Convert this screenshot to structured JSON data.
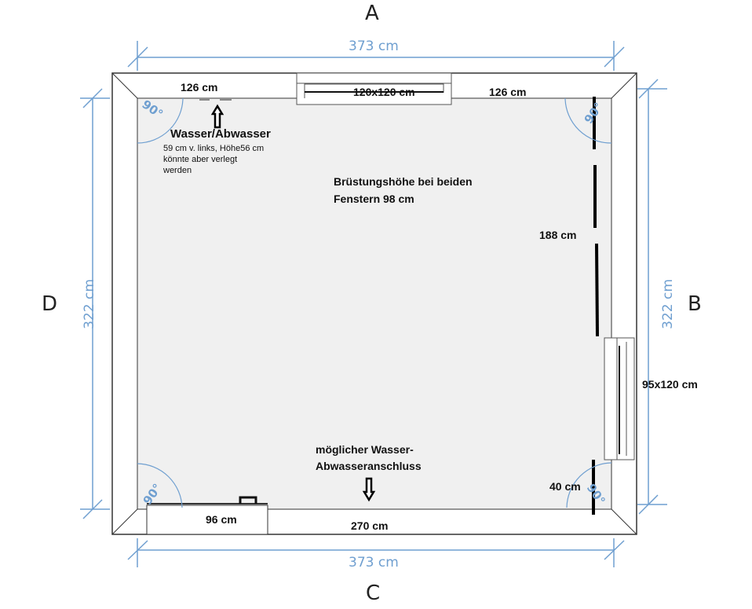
{
  "walls": {
    "A": "A",
    "B": "B",
    "C": "C",
    "D": "D"
  },
  "dimensions": {
    "top": "373 cm",
    "bottom": "373 cm",
    "left": "322 cm",
    "right": "322 cm"
  },
  "labels": {
    "top_left_segment": "126 cm",
    "top_window": "120x120 cm",
    "top_right_segment": "126 cm",
    "water_title": "Wasser/Abwasser",
    "water_note_1": "59 cm v. links, Höhe56 cm",
    "water_note_2": "könnte aber verlegt",
    "water_note_3": "werden",
    "sill_1": "Brüstungshöhe bei beiden",
    "sill_2": "Fenstern 98 cm",
    "right_wall_segment": "188 cm",
    "right_window": "95x120 cm",
    "possible_1": "möglicher Wasser-",
    "possible_2": "Abwasseranschluss",
    "bottom_right_segment": "40 cm",
    "door": "96 cm",
    "bottom_segment": "270 cm",
    "angle": "90°"
  },
  "colors": {
    "dimension": "#6f9fd0",
    "floor": "#f0f0f0",
    "wall": "#ffffff"
  }
}
